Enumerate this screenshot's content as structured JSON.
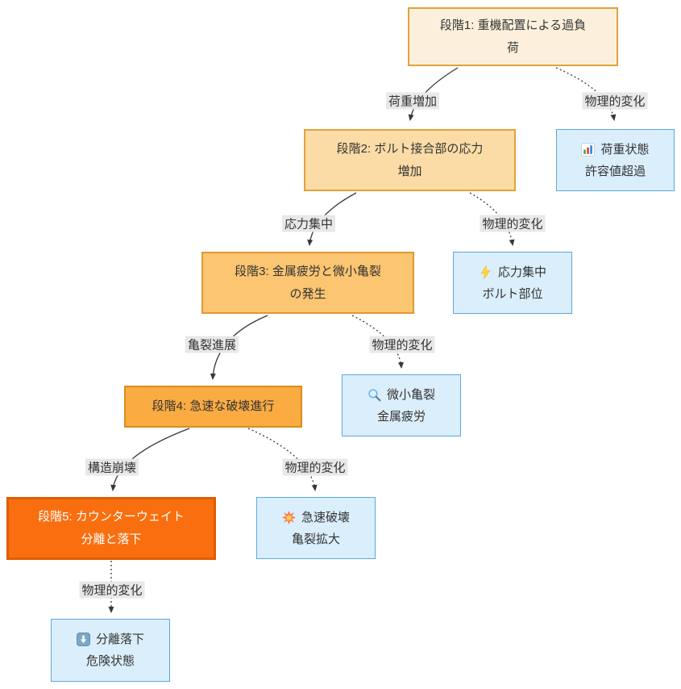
{
  "diagram": {
    "type": "flowchart",
    "direction": "top-down",
    "stages": [
      {
        "id": "stage1",
        "label": "段階1: 重機配置による過負荷"
      },
      {
        "id": "stage2",
        "label": "段階2: ボルト接合部の応力増加"
      },
      {
        "id": "stage3",
        "label": "段階3: 金属疲労と微小亀裂の発生"
      },
      {
        "id": "stage4",
        "label": "段階4: 急速な破壊進行"
      },
      {
        "id": "stage5",
        "label": "段階5: カウンターウェイト分離と落下"
      }
    ],
    "observations": [
      {
        "icon": "bar-chart-icon",
        "line1": "荷重状態",
        "line2": "許容値超過"
      },
      {
        "icon": "lightning-icon",
        "line1": "応力集中",
        "line2": "ボルト部位"
      },
      {
        "icon": "magnifier-icon",
        "line1": "微小亀裂",
        "line2": "金属疲労"
      },
      {
        "icon": "explosion-icon",
        "line1": "急速破壊",
        "line2": "亀裂拡大"
      },
      {
        "icon": "down-arrow-icon",
        "line1": "分離落下",
        "line2": "危険状態"
      }
    ],
    "edges": [
      {
        "label": "荷重増加",
        "from": "stage1",
        "to": "stage2",
        "style": "solid"
      },
      {
        "label": "物理的変化",
        "from": "stage1",
        "to": "obs1",
        "style": "dotted"
      },
      {
        "label": "応力集中",
        "from": "stage2",
        "to": "stage3",
        "style": "solid"
      },
      {
        "label": "物理的変化",
        "from": "stage2",
        "to": "obs2",
        "style": "dotted"
      },
      {
        "label": "亀裂進展",
        "from": "stage3",
        "to": "stage4",
        "style": "solid"
      },
      {
        "label": "物理的変化",
        "from": "stage3",
        "to": "obs3",
        "style": "dotted"
      },
      {
        "label": "構造崩壊",
        "from": "stage4",
        "to": "stage5",
        "style": "solid"
      },
      {
        "label": "物理的変化",
        "from": "stage4",
        "to": "obs4",
        "style": "dotted"
      },
      {
        "label": "物理的変化",
        "from": "stage5",
        "to": "obs5",
        "style": "dotted"
      }
    ],
    "colors": {
      "stage_border": "#e2a23b",
      "stage1_fill": "#fcf0dc",
      "stage2_fill": "#fbdca6",
      "stage3_fill": "#fbc571",
      "stage4_fill": "#faab41",
      "stage4_border": "#d98d20",
      "stage5_fill": "#f96f10",
      "stage5_border": "#e05c00",
      "stage5_text": "#ffffff",
      "observation_fill": "#dbeefb",
      "observation_border": "#58a9de",
      "edge_color": "#383838",
      "edge_label_bg": "#e8e8e8",
      "text_color": "#333333"
    }
  }
}
